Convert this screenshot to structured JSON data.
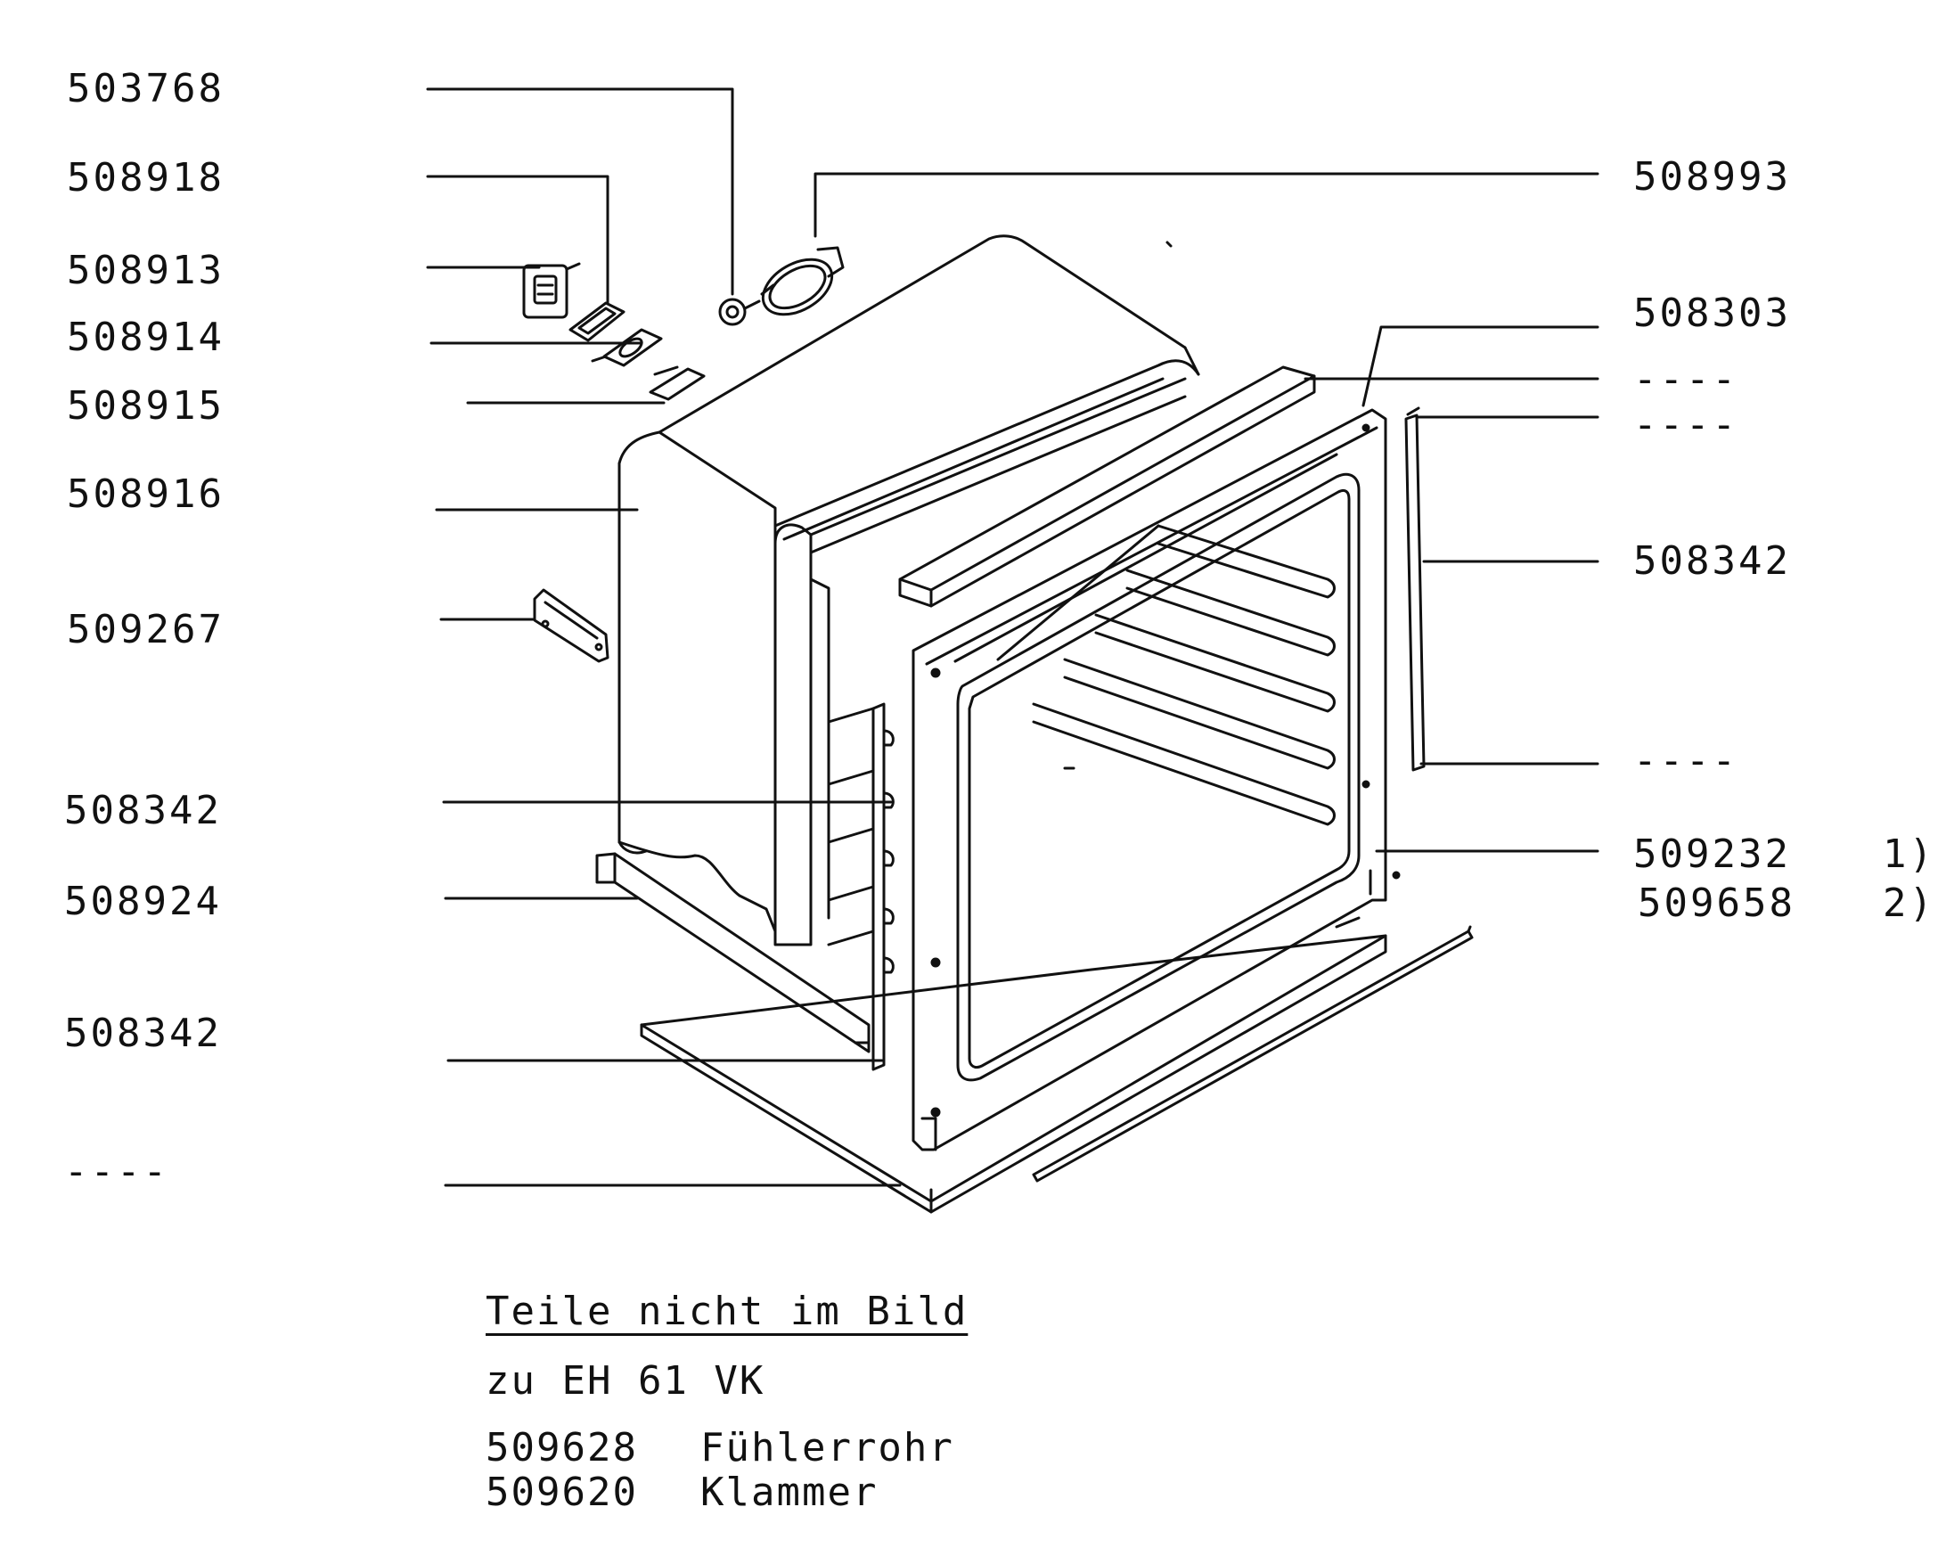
{
  "labels_left": [
    {
      "id": "503768",
      "text": "503768"
    },
    {
      "id": "508918",
      "text": "508918"
    },
    {
      "id": "508913",
      "text": "508913"
    },
    {
      "id": "508914",
      "text": "508914"
    },
    {
      "id": "508915",
      "text": "508915"
    },
    {
      "id": "508916",
      "text": "508916"
    },
    {
      "id": "509267",
      "text": "509267"
    },
    {
      "id": "508342a",
      "text": "508342"
    },
    {
      "id": "508924",
      "text": "508924"
    },
    {
      "id": "508342b",
      "text": "508342"
    },
    {
      "id": "dash",
      "text": "----"
    }
  ],
  "labels_right": [
    {
      "id": "508993",
      "text": "508993"
    },
    {
      "id": "508303",
      "text": "508303"
    },
    {
      "id": "dash1",
      "text": "----"
    },
    {
      "id": "dash2",
      "text": "----"
    },
    {
      "id": "508342c",
      "text": "508342"
    },
    {
      "id": "dash3",
      "text": "----"
    },
    {
      "id": "509232",
      "text": "509232"
    },
    {
      "id": "509658",
      "text": "509658"
    }
  ],
  "footnote_marks": {
    "one": "1)",
    "two": "2)"
  },
  "notes": {
    "title": "Teile nicht im Bild",
    "subtitle": "zu EH 61 VK",
    "items": [
      {
        "part": "509628",
        "name": "Fühlerrohr"
      },
      {
        "part": "509620",
        "name": "Klammer"
      }
    ]
  }
}
